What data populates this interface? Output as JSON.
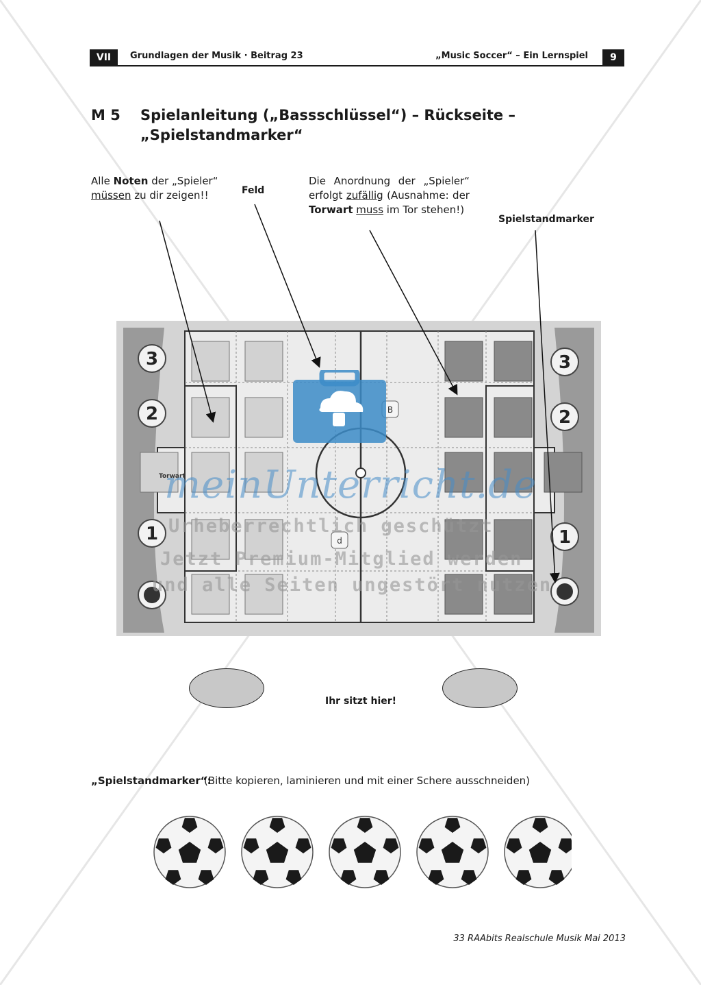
{
  "header": {
    "section": "VII",
    "left": "Grundlagen der Musik · Beitrag 23",
    "right": "„Music Soccer“ – Ein Lernspiel",
    "page": "9"
  },
  "title": {
    "number": "M 5",
    "line1": "Spielanleitung („Bassschlüssel“) – Rückseite –",
    "line2": "„Spielstandmarker“"
  },
  "annotations": {
    "left": {
      "t1": "Alle ",
      "t2": "Noten",
      "t3": " der „Spieler“ ",
      "t4": "müssen",
      "t5": " zu dir zeigen!!"
    },
    "feld": "Feld",
    "mid": {
      "t1": "Die Anordnung der „Spieler“ erfolgt ",
      "t2": "zufällig",
      "t3": " (Ausnahme: der ",
      "t4": "Torwart",
      "t5": " ",
      "t6": "muss",
      "t7": " im Tor stehen!)"
    },
    "marker": "Spielstandmarker"
  },
  "board": {
    "scores_left": [
      "3",
      "2",
      "1"
    ],
    "scores_right": [
      "3",
      "2",
      "1"
    ],
    "goalkeeper_label": "Torwart",
    "dice": [
      "B",
      "d"
    ]
  },
  "seats": {
    "label": "Ihr sitzt hier!"
  },
  "markers": {
    "title": "„Spielstandmarker“:",
    "description": "(Bitte kopieren, laminieren und mit einer Schere ausschneiden)",
    "count": 5
  },
  "footer": "33 RAAbits Realschule Musik Mai 2013",
  "watermark": {
    "logo": "meinUnterricht.de",
    "line1": "Urheberrechtlich geschützt",
    "line2": "Jetzt Premium-Mitglied werden",
    "line3": "und alle Seiten ungestört nutzen"
  }
}
